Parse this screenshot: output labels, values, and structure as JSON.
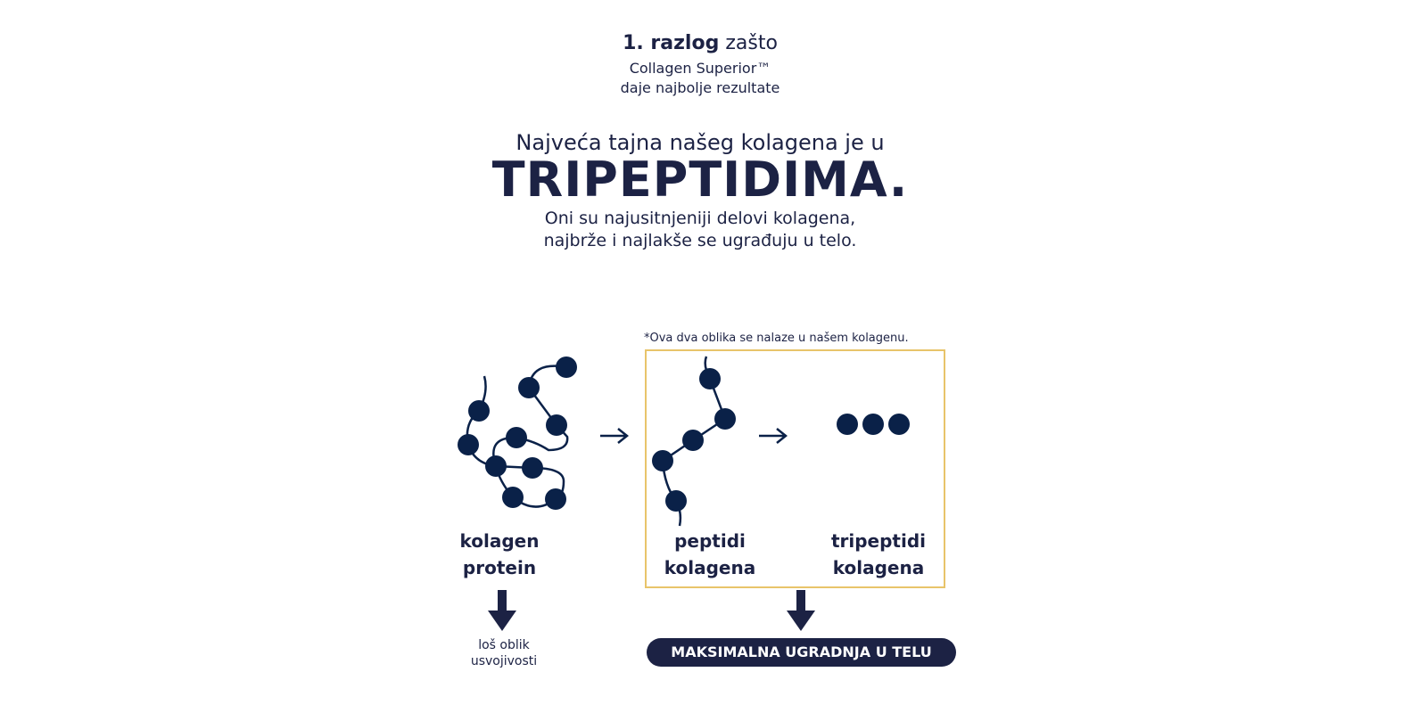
{
  "header": {
    "reason_bold": "1. razlog",
    "reason_rest": " zašto",
    "product": "Collagen Superior™",
    "tagline": "daje najbolje rezultate"
  },
  "headline": {
    "intro": "Najveća tajna našeg kolagena je u",
    "emphasis": "TRIPEPTIDIMA.",
    "desc_line1": "Oni su najusitnjeniji delovi kolagena,",
    "desc_line2": "najbrže i najlakše se ugrađuju u telo."
  },
  "diagram": {
    "note": "*Ova dva oblika se nalaze u našem kolagenu.",
    "protein": {
      "line1": "kolagen",
      "line2": "protein",
      "result_line1": "loš oblik",
      "result_line2": "usvojivosti"
    },
    "peptides": {
      "line1": "peptidi",
      "line2": "kolagena"
    },
    "tripeptides": {
      "line1": "tripeptidi",
      "line2": "kolagena"
    },
    "result_pill": "MAKSIMALNA UGRADNJA U TELU"
  },
  "colors": {
    "navy": "#1c2244",
    "dot": "#0a2148",
    "box": "#e8c46a"
  }
}
